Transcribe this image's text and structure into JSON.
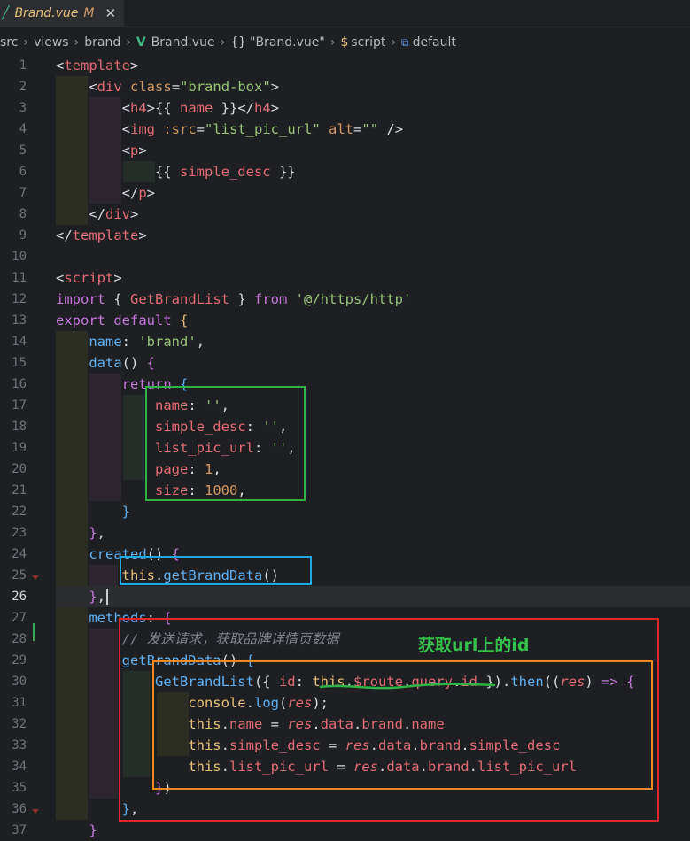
{
  "tab": {
    "icon": "vue-logo-icon",
    "filename": "Brand.vue",
    "modified": "M",
    "close": "✕"
  },
  "breadcrumb": [
    "src",
    "views",
    "brand",
    "Brand.vue",
    "\"Brand.vue\"",
    "script",
    "default"
  ],
  "annotation": "获取url上的id",
  "current_line": 26,
  "lines": [
    {
      "n": "1",
      "html": "<span class=\"t-br\">&lt;</span><span class=\"t-tag\">template</span><span class=\"t-br\">&gt;</span>"
    },
    {
      "n": "2",
      "html": "    <span class=\"t-br\">&lt;</span><span class=\"t-tag\">div</span> <span class=\"t-attr\">class</span>=<span class=\"t-str\">\"brand-box\"</span><span class=\"t-br\">&gt;</span>"
    },
    {
      "n": "3",
      "html": "        <span class=\"t-br\">&lt;</span><span class=\"t-tag\">h4</span><span class=\"t-br\">&gt;</span>{{ <span class=\"t-prop\">name</span> }}<span class=\"t-br\">&lt;/</span><span class=\"t-tag\">h4</span><span class=\"t-br\">&gt;</span>"
    },
    {
      "n": "4",
      "html": "        <span class=\"t-br\">&lt;</span><span class=\"t-tag\">img</span> <span class=\"t-attr\">:src</span>=<span class=\"t-str\">\"list_pic_url\"</span> <span class=\"t-attr\">alt</span>=<span class=\"t-str\">\"\"</span> <span class=\"t-br\">/&gt;</span>"
    },
    {
      "n": "5",
      "html": "        <span class=\"t-br\">&lt;</span><span class=\"t-tag\">p</span><span class=\"t-br\">&gt;</span>"
    },
    {
      "n": "6",
      "html": "            {{ <span class=\"t-prop\">simple_desc</span> }}"
    },
    {
      "n": "7",
      "html": "        <span class=\"t-br\">&lt;/</span><span class=\"t-tag\">p</span><span class=\"t-br\">&gt;</span>"
    },
    {
      "n": "8",
      "html": "    <span class=\"t-br\">&lt;/</span><span class=\"t-tag\">div</span><span class=\"t-br\">&gt;</span>"
    },
    {
      "n": "9",
      "html": "<span class=\"t-br\">&lt;/</span><span class=\"t-tag\">template</span><span class=\"t-br\">&gt;</span>"
    },
    {
      "n": "10",
      "html": ""
    },
    {
      "n": "11",
      "html": "<span class=\"t-br\">&lt;</span><span class=\"t-tag\">script</span><span class=\"t-br\">&gt;</span>"
    },
    {
      "n": "12",
      "html": "<span class=\"t-kw\">import</span> { <span class=\"t-prop\">GetBrandList</span> } <span class=\"t-kw\">from</span> <span class=\"t-str\">'@/https/http'</span>"
    },
    {
      "n": "13",
      "html": "<span class=\"t-kw\">export</span> <span class=\"t-kw\">default</span> <span class=\"t-gold\">{</span>"
    },
    {
      "n": "14",
      "html": "    <span class=\"t-fn\">name</span>: <span class=\"t-str\">'brand'</span>,"
    },
    {
      "n": "15",
      "html": "    <span class=\"t-fn\">data</span>() <span class=\"t-kw\">{</span>"
    },
    {
      "n": "16",
      "html": "        <span class=\"t-kw\">return</span> <span class=\"t-fn\">{</span>"
    },
    {
      "n": "17",
      "html": "            <span class=\"t-prop\">name</span>: <span class=\"t-str\">''</span>,"
    },
    {
      "n": "18",
      "html": "            <span class=\"t-prop\">simple_desc</span>: <span class=\"t-str\">''</span>,"
    },
    {
      "n": "19",
      "html": "            <span class=\"t-prop\">list_pic_url</span>: <span class=\"t-str\">''</span>,"
    },
    {
      "n": "20",
      "html": "            <span class=\"t-prop\">page</span>: <span class=\"t-num\">1</span>,"
    },
    {
      "n": "21",
      "html": "            <span class=\"t-prop\">size</span>: <span class=\"t-num\">1000</span>,"
    },
    {
      "n": "22",
      "html": "        <span class=\"t-fn\">}</span>"
    },
    {
      "n": "23",
      "html": "    <span class=\"t-kw\">}</span>,"
    },
    {
      "n": "24",
      "html": "    <span class=\"t-fn\">created</span>() <span class=\"t-kw\">{</span>"
    },
    {
      "n": "25",
      "html": "        <span class=\"t-this\">this</span>.<span class=\"t-fn\">getBrandData</span>()"
    },
    {
      "n": "26",
      "html": "    <span class=\"t-kw\">}</span>,"
    },
    {
      "n": "27",
      "html": "    <span class=\"t-fn\">methods</span>: <span class=\"t-kw\">{</span>"
    },
    {
      "n": "28",
      "html": "        <span class=\"t-cm\">// 发送请求，获取品牌详情页数据</span>"
    },
    {
      "n": "29",
      "html": "        <span class=\"t-fn\">getBrandData</span>() <span class=\"t-fn\">{</span>"
    },
    {
      "n": "30",
      "html": "            <span class=\"t-fn\">GetBrandList</span>({ <span class=\"t-prop\">id</span>: <span class=\"t-this\">this</span>.<span class=\"t-prop\">$route</span>.<span class=\"t-prop\">query</span>.<span class=\"t-prop\">id</span> }).<span class=\"t-fn\">then</span>((<span class=\"t-par\">res</span>) <span class=\"t-kw\">=&gt;</span> <span class=\"t-kw\">{</span>"
    },
    {
      "n": "31",
      "html": "                <span class=\"t-cls\">console</span>.<span class=\"t-fn\">log</span>(<span class=\"t-par\">res</span>);"
    },
    {
      "n": "32",
      "html": "                <span class=\"t-this\">this</span>.<span class=\"t-prop\">name</span> = <span class=\"t-par\">res</span>.<span class=\"t-prop\">data</span>.<span class=\"t-prop\">brand</span>.<span class=\"t-prop\">name</span>"
    },
    {
      "n": "33",
      "html": "                <span class=\"t-this\">this</span>.<span class=\"t-prop\">simple_desc</span> = <span class=\"t-par\">res</span>.<span class=\"t-prop\">data</span>.<span class=\"t-prop\">brand</span>.<span class=\"t-prop\">simple_desc</span>"
    },
    {
      "n": "34",
      "html": "                <span class=\"t-this\">this</span>.<span class=\"t-prop\">list_pic_url</span> = <span class=\"t-par\">res</span>.<span class=\"t-prop\">data</span>.<span class=\"t-prop\">brand</span>.<span class=\"t-prop\">list_pic_url</span>"
    },
    {
      "n": "35",
      "html": "            <span class=\"t-kw\">}</span>)"
    },
    {
      "n": "36",
      "html": "        <span class=\"t-fn\">}</span>,"
    },
    {
      "n": "37",
      "html": "    <span class=\"t-kw\">}</span>"
    }
  ]
}
